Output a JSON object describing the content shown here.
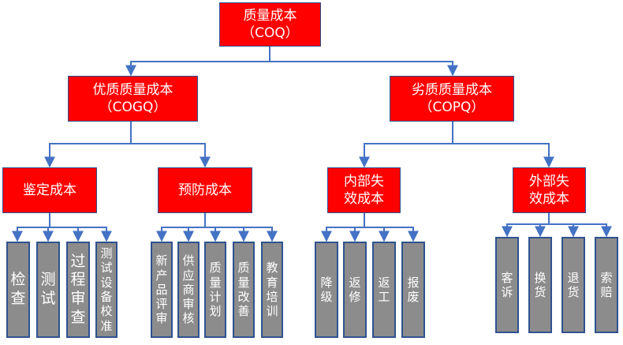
{
  "colors": {
    "red_fill": "#ff0000",
    "gray_fill": "#8c8c8c",
    "line": "#4472c4",
    "border": "#2f528f",
    "text": "#ffffff"
  },
  "diagram": {
    "root": {
      "label": "质量成本\n（COQ）"
    },
    "good": {
      "label": "优质质量成本\n（COGQ）"
    },
    "poor": {
      "label": "劣质质量成本\n（COPQ）"
    },
    "appraisal": {
      "label": "鉴定成本",
      "items": [
        "检查",
        "测试",
        "过程审查",
        "测试设备校准"
      ]
    },
    "prevention": {
      "label": "预防成本",
      "items": [
        "新产品评审",
        "供应商审核",
        "质量计划",
        "质量改善",
        "教育培训"
      ]
    },
    "internal": {
      "label": "内部失效成本",
      "items": [
        "降级",
        "返修",
        "返工",
        "报废"
      ]
    },
    "external": {
      "label": "外部失效成本",
      "items": [
        "客诉",
        "换货",
        "退货",
        "索赔"
      ]
    }
  }
}
